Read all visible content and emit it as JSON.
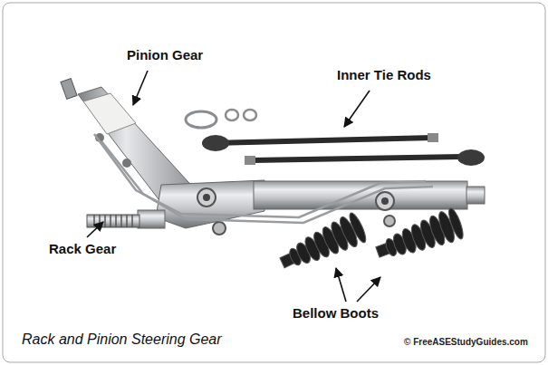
{
  "diagram": {
    "caption": "Rack and Pinion Steering Gear",
    "labels": [
      "Pinion Gear",
      "Inner Tie Rods",
      "Rack Gear",
      "Bellow Boots",
      "© FreeASEStudyGuides.com"
    ]
  }
}
